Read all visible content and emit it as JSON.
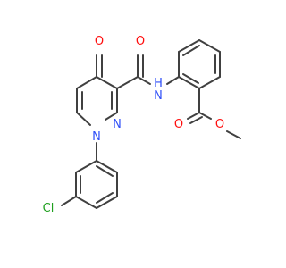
{
  "colors": {
    "bond": "#404040",
    "carbon": "#404040",
    "oxygen": "#ff0d0d",
    "nitrogen": "#3050f8",
    "chlorine": "#1fa01f",
    "background": "#ffffff"
  },
  "atoms": [
    {
      "id": "O_keto",
      "label": "O",
      "element": "oxygen"
    },
    {
      "id": "O_amide",
      "label": "O",
      "element": "oxygen"
    },
    {
      "id": "N_amide",
      "label": "H\nN",
      "element": "nitrogen"
    },
    {
      "id": "N_ring_a",
      "label": "N",
      "element": "nitrogen"
    },
    {
      "id": "N_ring_b",
      "label": "N",
      "element": "nitrogen"
    },
    {
      "id": "O_ester_carbonyl",
      "label": "O",
      "element": "oxygen"
    },
    {
      "id": "O_ester",
      "label": "O",
      "element": "oxygen"
    },
    {
      "id": "Cl",
      "label": "Cl",
      "element": "chlorine"
    }
  ]
}
